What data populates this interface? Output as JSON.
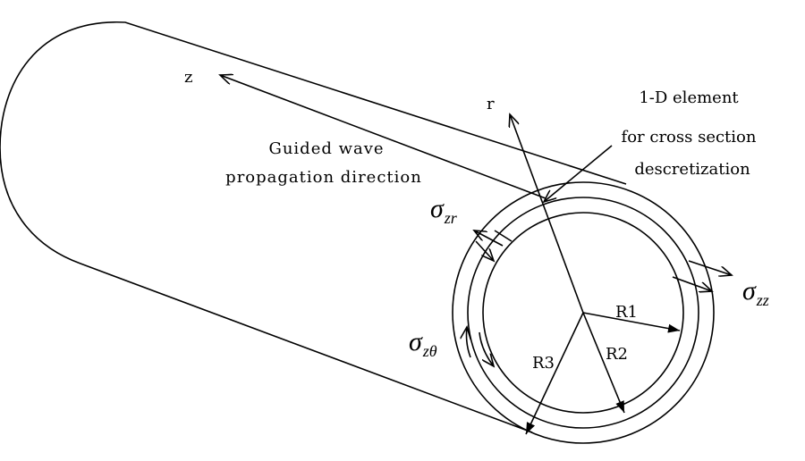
{
  "labels": {
    "z_axis": "z",
    "r_axis": "r",
    "caption_line1": "Guided wave",
    "caption_line2": "propagation direction",
    "element_line1": "1-D element",
    "element_line2": "for cross section",
    "element_line3": "descretization",
    "r1": "R1",
    "r2": "R2",
    "r3": "R3"
  },
  "stresses": {
    "zr": {
      "symbol": "σ",
      "sub": "zr"
    },
    "zz": {
      "symbol": "σ",
      "sub": "zz"
    },
    "ztheta": {
      "symbol": "σ",
      "sub": "zθ"
    }
  }
}
